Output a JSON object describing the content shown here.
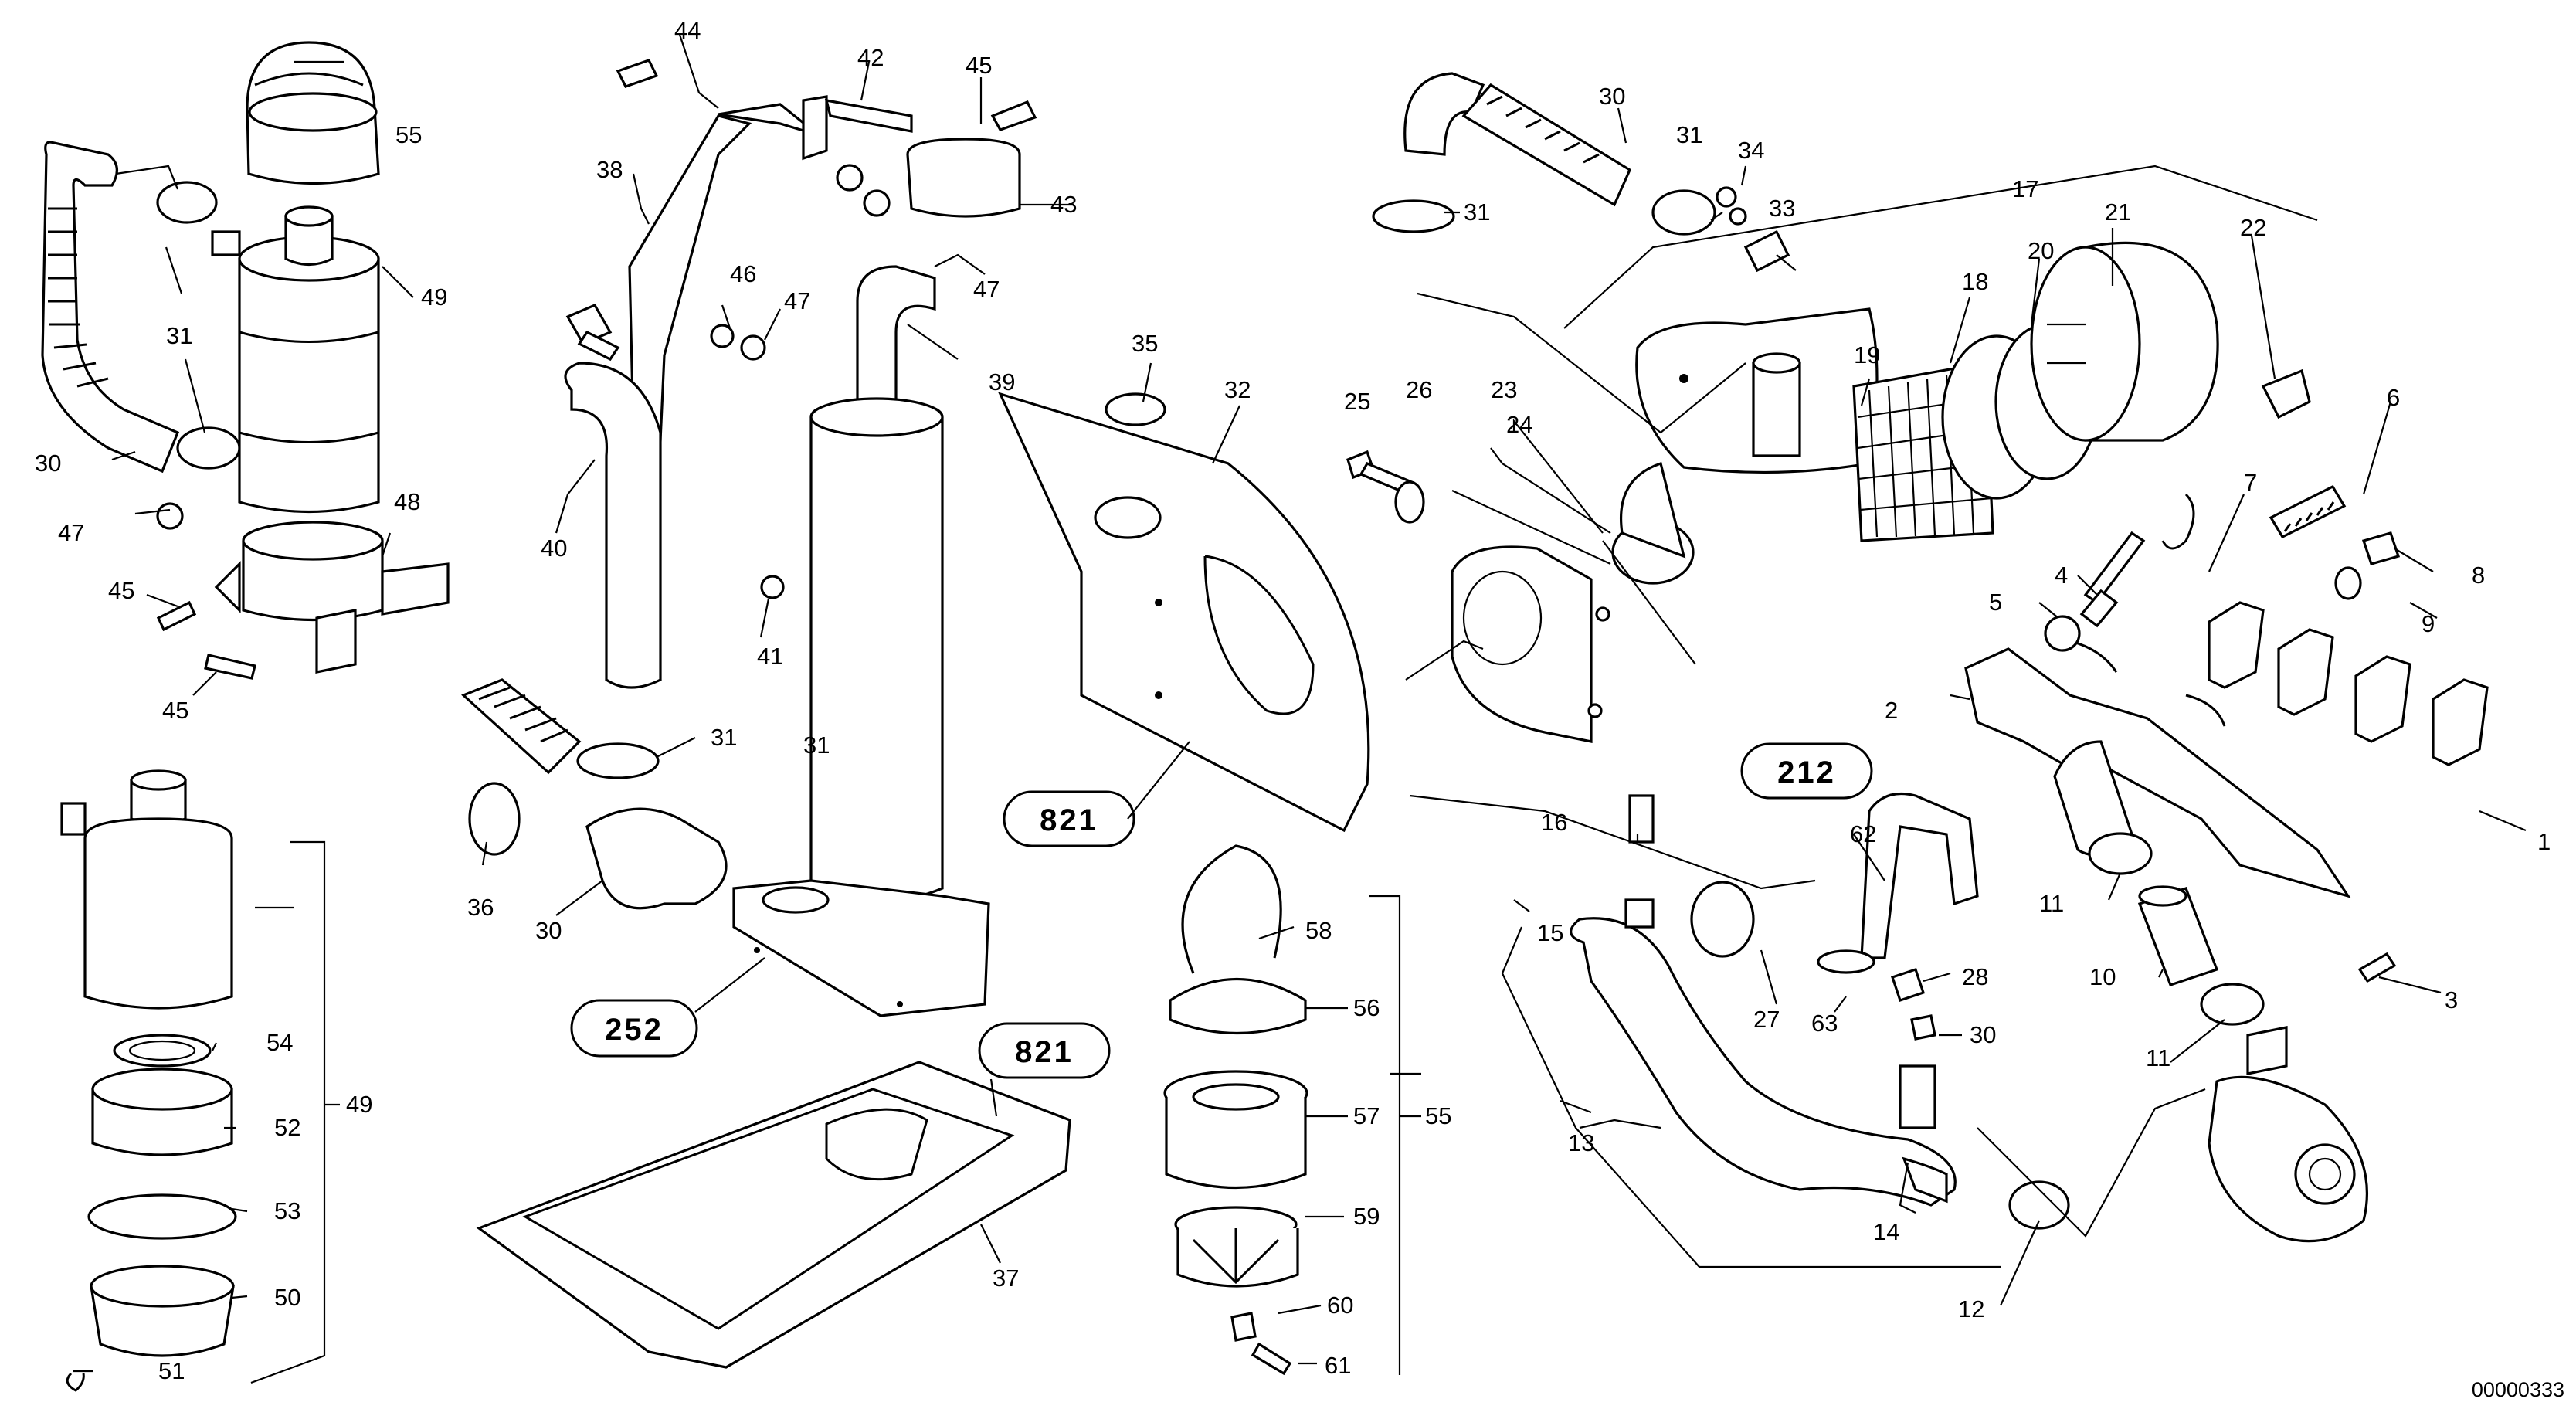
{
  "doc_code": "00000333",
  "ref_boxes": [
    "252",
    "821",
    "821",
    "212"
  ],
  "callouts": {
    "c1": "1",
    "c2": "2",
    "c3": "3",
    "c4": "4",
    "c5": "5",
    "c6": "6",
    "c7": "7",
    "c8": "8",
    "c9": "9",
    "c10": "10",
    "c11a": "11",
    "c11b": "11",
    "c12": "12",
    "c13": "13",
    "c14": "14",
    "c15": "15",
    "c16": "16",
    "c17": "17",
    "c18": "18",
    "c19": "19",
    "c20": "20",
    "c21": "21",
    "c22": "22",
    "c23": "23",
    "c24": "24",
    "c25": "25",
    "c26": "26",
    "c27": "27",
    "c28": "28",
    "c30a": "30",
    "c30b": "30",
    "c30c": "30",
    "c30d": "30",
    "c31a": "31",
    "c31b": "31",
    "c31c": "31",
    "c31d": "31",
    "c31e": "31",
    "c32": "32",
    "c33": "33",
    "c34": "34",
    "c35": "35",
    "c36": "36",
    "c37": "37",
    "c38": "38",
    "c39": "39",
    "c40": "40",
    "c41": "41",
    "c42": "42",
    "c43": "43",
    "c44": "44",
    "c45a": "45",
    "c45b": "45",
    "c45c": "45",
    "c46": "46",
    "c47a": "47",
    "c47b": "47",
    "c47c": "47",
    "c48": "48",
    "c49a": "49",
    "c49b": "49",
    "c50": "50",
    "c51": "51",
    "c52": "52",
    "c53": "53",
    "c54": "54",
    "c55a": "55",
    "c55b": "55",
    "c56": "56",
    "c57": "57",
    "c58": "58",
    "c59": "59",
    "c60": "60",
    "c61": "61",
    "c62": "62",
    "c63": "63"
  }
}
